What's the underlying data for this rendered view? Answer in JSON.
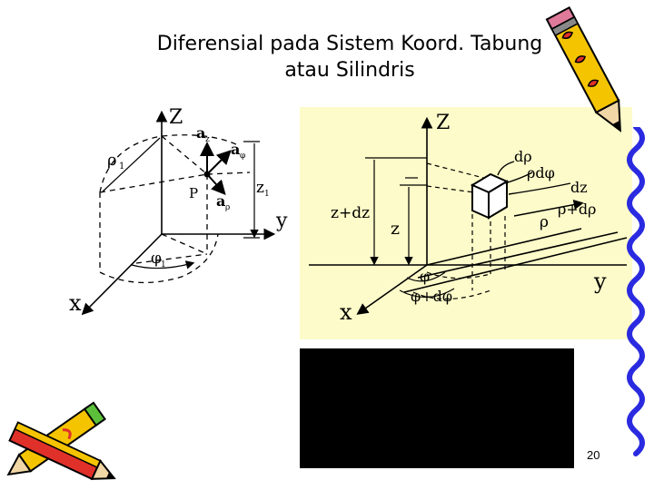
{
  "slide": {
    "title_line1": "Diferensial pada Sistem Koord. Tabung",
    "title_line2": "atau Silindris",
    "page_number": "20"
  },
  "left_diagram": {
    "axis_z": "Z",
    "axis_y": "y",
    "axis_x": "x",
    "rho1": "ρ",
    "rho1_sub": "1",
    "unit_az": "a",
    "unit_az_sub": "z",
    "unit_aphi": "a",
    "unit_aphi_sub": "φ",
    "unit_arho": "a",
    "unit_arho_sub": "ρ",
    "point": "P",
    "z1": "z",
    "z1_sub": "1",
    "phi1": "φ",
    "phi1_sub": "1"
  },
  "right_diagram": {
    "axis_z": "Z",
    "axis_y": "y",
    "axis_x": "x",
    "d_rho": "dρ",
    "rho_d_phi": "ρdφ",
    "dz": "dz",
    "z_plus_dz": "z+dz",
    "z": "z",
    "rho_plus_d_rho": "ρ+dρ",
    "rho": "ρ",
    "phi": "φ",
    "phi_plus_d_phi": "φ+dφ"
  },
  "colors": {
    "panel_background": "#fdfbc9",
    "pencil_yellow": "#f5c400",
    "pencil_red": "#e0302a",
    "squiggle_blue": "#2a2ae0"
  }
}
